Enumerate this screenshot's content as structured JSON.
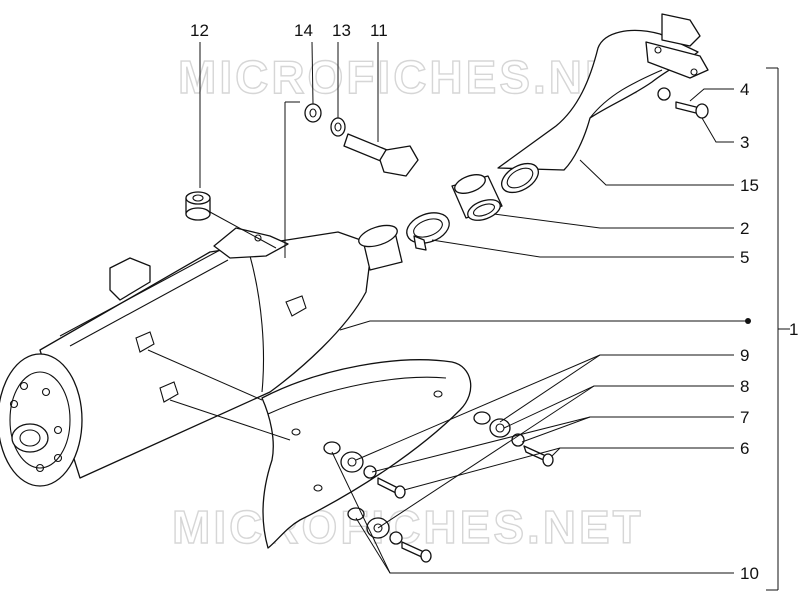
{
  "watermark": "MICROFICHES.NET",
  "callouts": [
    {
      "id": "12",
      "label": "12"
    },
    {
      "id": "14",
      "label": "14"
    },
    {
      "id": "13",
      "label": "13"
    },
    {
      "id": "11",
      "label": "11"
    },
    {
      "id": "4",
      "label": "4"
    },
    {
      "id": "3",
      "label": "3"
    },
    {
      "id": "15",
      "label": "15"
    },
    {
      "id": "2",
      "label": "2"
    },
    {
      "id": "5",
      "label": "5"
    },
    {
      "id": "1",
      "label": "1"
    },
    {
      "id": "9",
      "label": "9"
    },
    {
      "id": "8",
      "label": "8"
    },
    {
      "id": "7",
      "label": "7"
    },
    {
      "id": "6",
      "label": "6"
    },
    {
      "id": "10",
      "label": "10"
    }
  ]
}
